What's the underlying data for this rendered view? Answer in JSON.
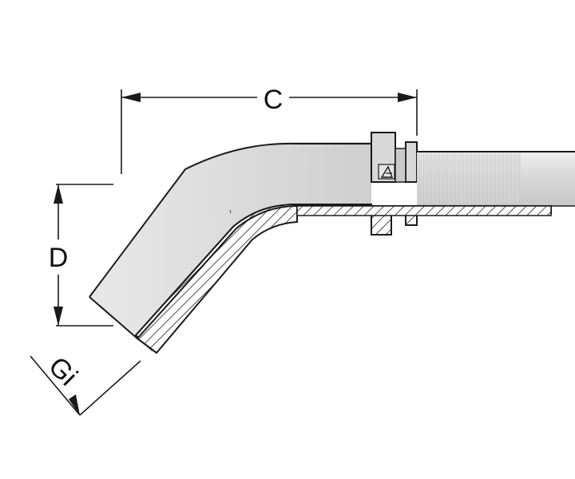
{
  "labels": {
    "c": "C",
    "d": "D",
    "gi": "Gi"
  },
  "colors": {
    "tube_fill": "#d9d9d9",
    "tube_highlight": "#f2f2f2",
    "outline": "#1a1a1a",
    "hatch": "#222222"
  },
  "icons": {
    "logo": "triangle-logo-icon"
  }
}
